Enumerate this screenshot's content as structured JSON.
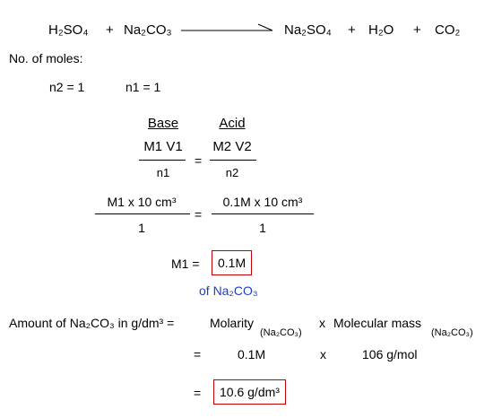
{
  "equation": {
    "reactant1": "H₂SO₄",
    "plus1": "+",
    "reactant2": "Na₂CO₃",
    "product1": "Na₂SO₄",
    "plus2": "+",
    "product2": "H₂O",
    "plus3": "+",
    "product3": "CO₂"
  },
  "moles": {
    "heading": "No. of moles:",
    "n2": "n2 = 1",
    "n1": "n1 = 1"
  },
  "titration": {
    "base_label": "Base",
    "acid_label": "Acid",
    "left_numerator": "M1 V1",
    "left_denominator": "n1",
    "equals": "=",
    "right_numerator": "M2 V2",
    "right_denominator": "n2"
  },
  "substitution": {
    "left_numerator": "M1  x  10 cm³",
    "left_denominator": "1",
    "equals": "=",
    "right_numerator": "0.1M  x  10 cm³",
    "right_denominator": "1"
  },
  "result": {
    "label": "M1  =",
    "value": "0.1M",
    "note": "of Na₂CO₃"
  },
  "amount": {
    "label": "Amount of Na₂CO₃ in g/dm³  =",
    "molarity": "Molarity",
    "molarity_sub": "(Na₂CO₃)",
    "times": "x",
    "molecular_mass": "Molecular mass",
    "molecular_mass_sub": "(Na₂CO₃)",
    "equals2": "=",
    "value_molarity": "0.1M",
    "times2": "x",
    "value_mass": "106 g/mol",
    "equals3": "=",
    "final_value": "10.6 g/dm³"
  },
  "colors": {
    "box_border": "#c00000",
    "note_text": "#1f3fbf"
  }
}
